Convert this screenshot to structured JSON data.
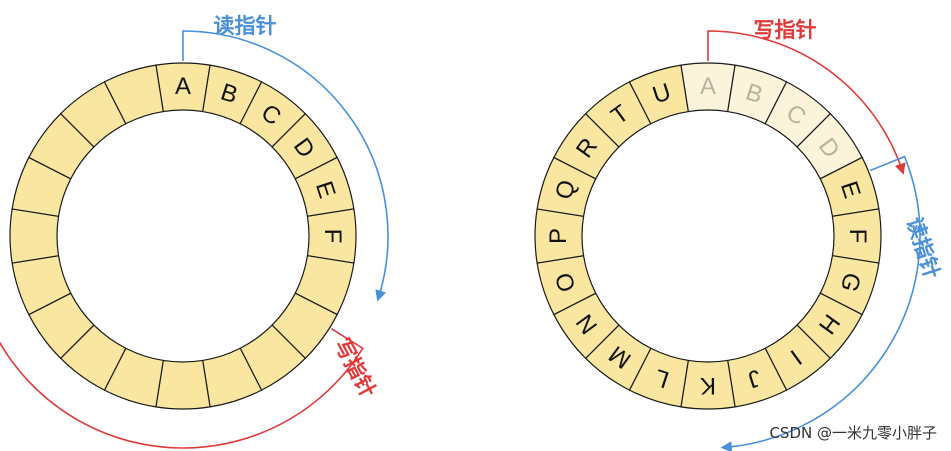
{
  "colors": {
    "cell_fill": "#F9E7A1",
    "cell_fill_faded": "#FBF4DA",
    "letter": "#111111",
    "letter_faded": "#B8B2A0",
    "read_pointer": "#4A90D9",
    "write_pointer": "#E03A3A",
    "border": "#1a1a1a"
  },
  "segment_count": 20,
  "rings": [
    {
      "id": "ring-before",
      "cells": [
        "A",
        "B",
        "C",
        "D",
        "E",
        "F",
        "",
        "",
        "",
        "",
        "",
        "",
        "",
        "",
        "",
        "",
        "",
        "",
        "",
        ""
      ],
      "faded": [],
      "pointers": [
        {
          "label": "读指针",
          "kind": "read",
          "at_cell": 0,
          "sweep_cells": 6
        },
        {
          "label": "写指针",
          "kind": "write",
          "at_cell": 6,
          "sweep_cells": 7
        }
      ]
    },
    {
      "id": "ring-after",
      "cells": [
        "A",
        "B",
        "C",
        "D",
        "E",
        "F",
        "G",
        "H",
        "I",
        "J",
        "K",
        "L",
        "M",
        "N",
        "O",
        "P",
        "Q",
        "R",
        "T",
        "U"
      ],
      "faded": [
        0,
        1,
        2,
        3
      ],
      "pointers": [
        {
          "label": "写指针",
          "kind": "write",
          "at_cell": 0,
          "sweep_cells": 4
        },
        {
          "label": "读指针",
          "kind": "read",
          "at_cell": 4,
          "sweep_cells": 6
        }
      ]
    }
  ],
  "watermark": "CSDN @一米九零小胖子"
}
